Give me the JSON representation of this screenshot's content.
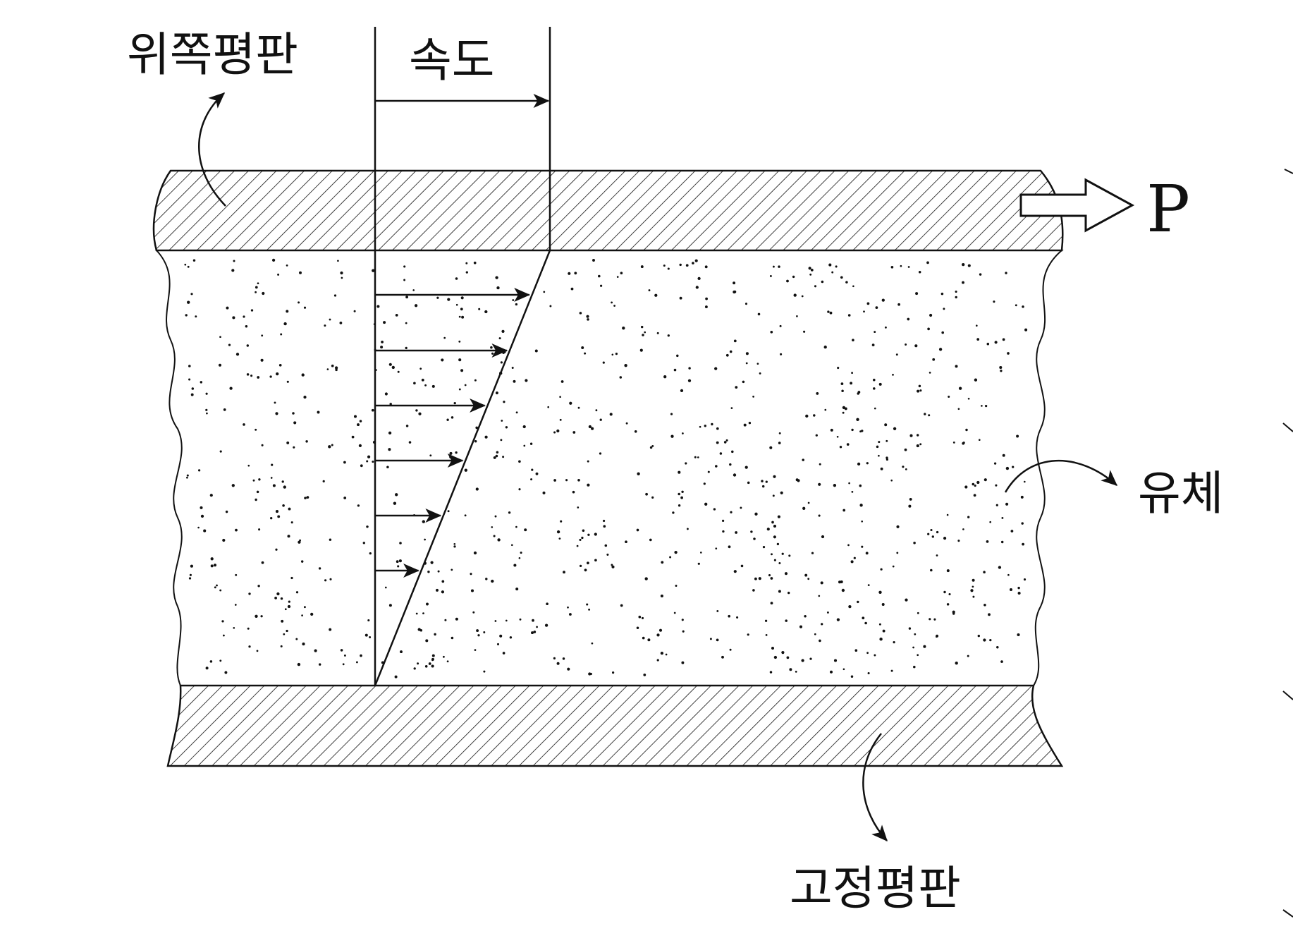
{
  "labels": {
    "upper_plate": "위쪽평판",
    "velocity": "속도",
    "force": "P",
    "fluid": "유체",
    "fixed_plate": "고정평판"
  },
  "diagram": {
    "velocity_arrow_count": 6,
    "colors": {
      "stroke": "#111111",
      "background": "#ffffff"
    }
  }
}
